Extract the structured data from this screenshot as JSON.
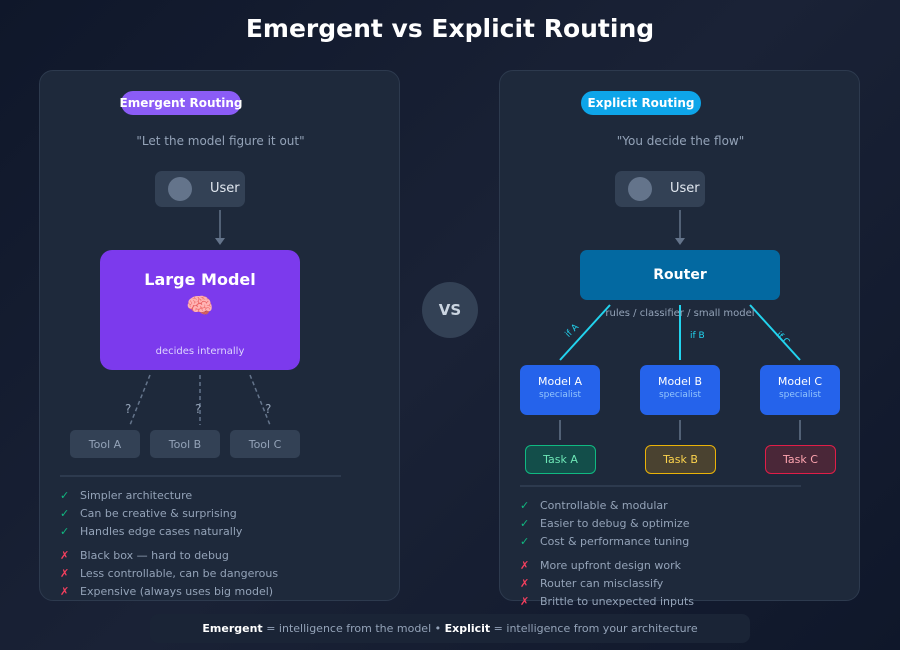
{
  "title": "Emergent vs Explicit Routing",
  "vs_label": "VS",
  "colors": {
    "emergent_accent": "#8b5cf6",
    "explicit_accent": "#0ea5e9",
    "large_model": "#7c3aed",
    "router": "#0369a1",
    "specialist": "#2563eb",
    "route_line": "#22d3ee",
    "pro": "#10b981",
    "con": "#f43f5e"
  },
  "emergent": {
    "badge": "Emergent Routing",
    "quote": "\"Let the model figure it out\"",
    "user_label": "User",
    "model": {
      "title": "Large Model",
      "icon": "brain-icon",
      "subtitle": "decides internally"
    },
    "uncertain_mark": "?",
    "tools": [
      "Tool A",
      "Tool B",
      "Tool C"
    ],
    "pros": [
      "Simpler architecture",
      "Can be creative & surprising",
      "Handles edge cases naturally"
    ],
    "cons": [
      "Black box — hard to debug",
      "Less controllable, can be dangerous",
      "Expensive (always uses big model)"
    ]
  },
  "explicit": {
    "badge": "Explicit Routing",
    "quote": "\"You decide the flow\"",
    "user_label": "User",
    "router": {
      "title": "Router",
      "subtitle": "rules / classifier / small model"
    },
    "conditions": [
      "if A",
      "if B",
      "if C"
    ],
    "models": [
      {
        "title": "Model A",
        "subtitle": "specialist"
      },
      {
        "title": "Model B",
        "subtitle": "specialist"
      },
      {
        "title": "Model C",
        "subtitle": "specialist"
      }
    ],
    "tasks": [
      {
        "label": "Task A",
        "bg": "#134e4a",
        "border": "#10b981",
        "text": "#6ee7b7"
      },
      {
        "label": "Task B",
        "bg": "#4a4230",
        "border": "#eab308",
        "text": "#fcd34d"
      },
      {
        "label": "Task C",
        "bg": "#4a2738",
        "border": "#e11d48",
        "text": "#fda4af"
      }
    ],
    "pros": [
      "Controllable & modular",
      "Easier to debug & optimize",
      "Cost & performance tuning"
    ],
    "cons": [
      "More upfront design work",
      "Router can misclassify",
      "Brittle to unexpected inputs"
    ]
  },
  "marks": {
    "pro": "✓",
    "con": "✗"
  },
  "footer": {
    "emergent_term": "Emergent",
    "emergent_desc": " = intelligence from the model • ",
    "explicit_term": "Explicit",
    "explicit_desc": " = intelligence from your architecture"
  }
}
